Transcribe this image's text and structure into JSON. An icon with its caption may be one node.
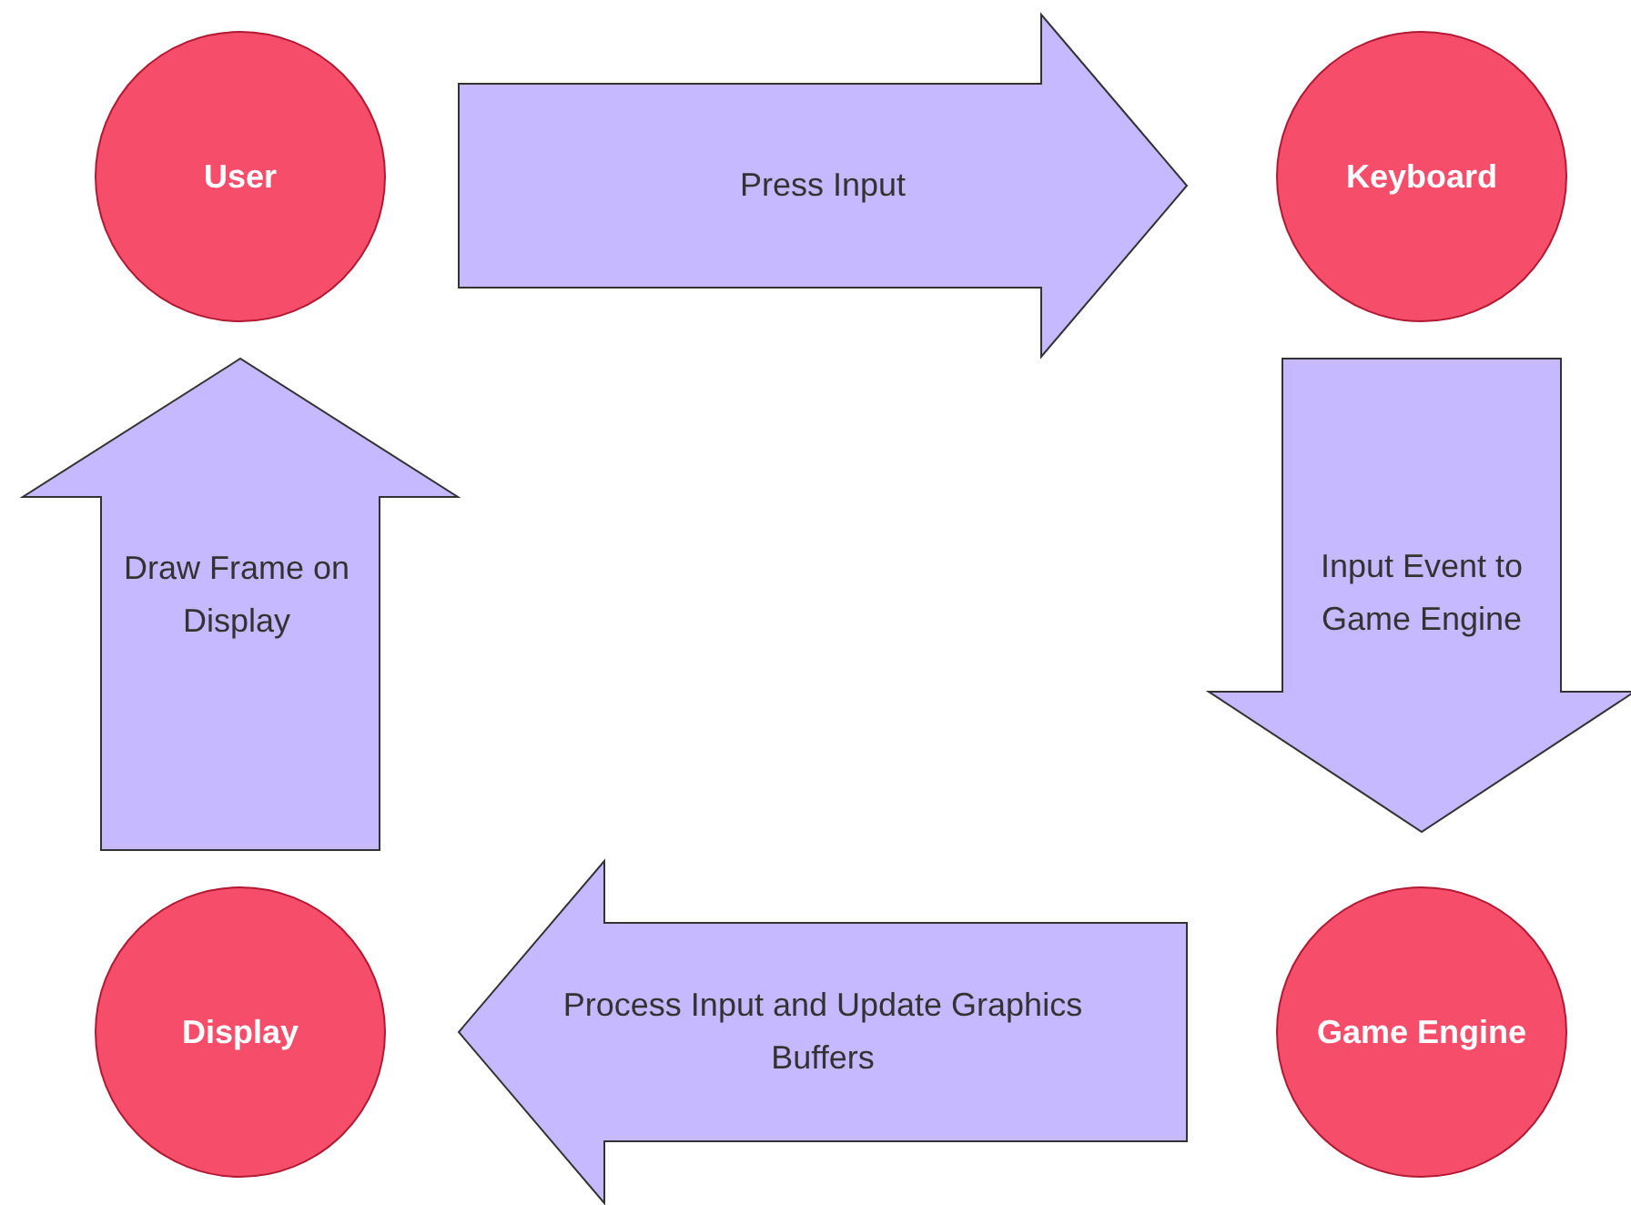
{
  "diagram": {
    "nodes": [
      {
        "text": [
          "User"
        ]
      },
      {
        "text": [
          "Keyboard"
        ]
      },
      {
        "text": [
          "Game Engine"
        ]
      },
      {
        "text": [
          "Display"
        ]
      }
    ],
    "edges": [
      {
        "from": 0,
        "to": 1,
        "arrow": "to",
        "label": "Press Input"
      },
      {
        "from": 1,
        "to": 2,
        "arrow": "to",
        "label": "Input Event to Game Engine"
      },
      {
        "from": 2,
        "to": 3,
        "arrow": "to",
        "label": "Process Input and Update Graphics Buffers"
      },
      {
        "from": 3,
        "to": 0,
        "arrow": "to",
        "label": "Draw Frame on Display"
      }
    ]
  }
}
